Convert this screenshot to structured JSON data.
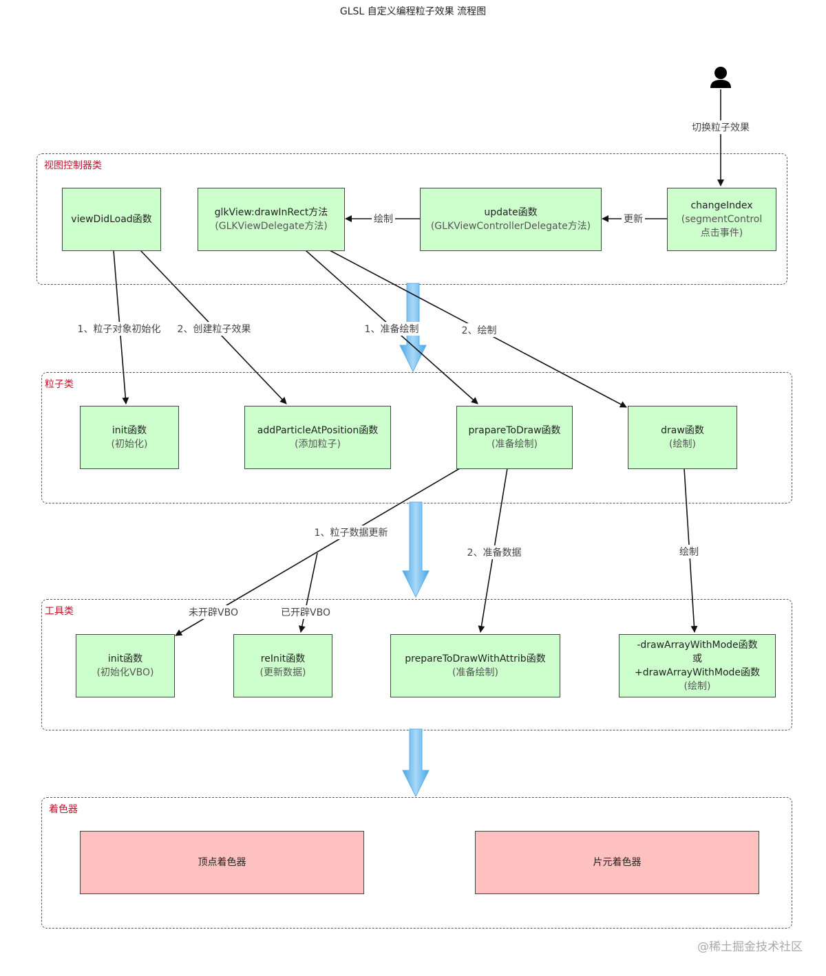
{
  "title": "GLSL 自定义编程粒子效果 流程图",
  "actor": {
    "icon": "person-icon",
    "label": "切换粒子效果"
  },
  "groups": {
    "view_controller": "视图控制器类",
    "particle": "粒子类",
    "tools": "工具类",
    "shader": "着色器"
  },
  "nodes": {
    "viewDidLoad": {
      "title": "viewDidLoad函数"
    },
    "glkView": {
      "title": "glkView:drawInRect方法",
      "sub": "(GLKViewDelegate方法)"
    },
    "update": {
      "title": "update函数",
      "sub": "(GLKViewControllerDelegate方法)"
    },
    "changeIndex": {
      "title": "changeIndex",
      "sub1": "(segmentControl",
      "sub2": "点击事件)"
    },
    "init": {
      "title": "init函数",
      "sub": "(初始化)"
    },
    "addParticle": {
      "title": "addParticleAtPosition函数",
      "sub": "(添加粒子)"
    },
    "prepareToDraw": {
      "title": "prapareToDraw函数",
      "sub": "(准备绘制)"
    },
    "draw": {
      "title": "draw函数",
      "sub": "(绘制)"
    },
    "initVBO": {
      "title": "init函数",
      "sub": "(初始化VBO)"
    },
    "reInit": {
      "title": "reInit函数",
      "sub": "(更新数据)"
    },
    "prepareAttrib": {
      "title": "prepareToDrawWithAttrib函数",
      "sub": "(准备绘制)"
    },
    "drawArray": {
      "line1": "-drawArrayWithMode函数",
      "line2": "或",
      "line3": "+drawArrayWithMode函数",
      "sub": "(绘制)"
    },
    "vertexShader": {
      "title": "顶点着色器"
    },
    "fragmentShader": {
      "title": "片元着色器"
    }
  },
  "edges": {
    "draw_1": "绘制",
    "update_1": "更新",
    "init_particle": "1、粒子对象初始化",
    "create_effect": "2、创建粒子效果",
    "prepare_draw": "1、准备绘制",
    "draw_2": "2、绘制",
    "data_update": "1、粒子数据更新",
    "prepare_data": "2、准备数据",
    "draw_3": "绘制",
    "vbo_off": "未开辟VBO",
    "vbo_on": "已开辟VBO"
  },
  "colors": {
    "node_fill": "#ccffcc",
    "shader_fill": "#ffc0c0",
    "group_label": "#c0102a",
    "flow_arrow": "#6ab8ec"
  },
  "watermark": "@稀土掘金技术社区"
}
